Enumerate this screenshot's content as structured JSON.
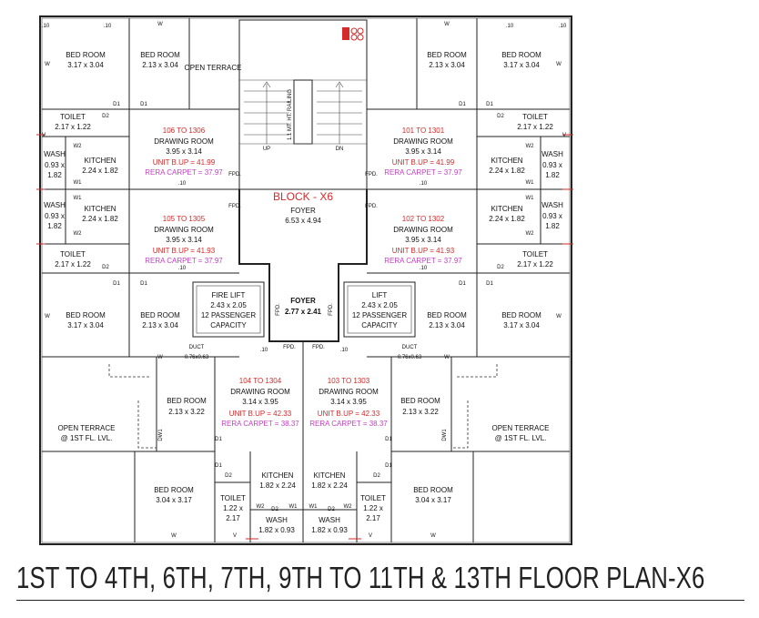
{
  "title": "1ST TO 4TH, 6TH, 7TH, 9TH TO 11TH & 13TH FLOOR PLAN-X6",
  "block": {
    "name": "BLOCK - X6",
    "foyer_label": "FOYER",
    "foyer_size": "6.53 x 4.94"
  },
  "lift_foyer": {
    "label": "FOYER",
    "size": "2.77 x 2.41"
  },
  "fire_lift": {
    "l1": "FIRE LIFT",
    "l2": "2.43 x 2.05",
    "l3": "12 PASSENGER",
    "l4": "CAPACITY"
  },
  "lift": {
    "l1": "LIFT",
    "l2": "2.43 x 2.05",
    "l3": "12 PASSENGER",
    "l4": "CAPACITY"
  },
  "stair": {
    "up": "UP",
    "dn": "DN",
    "note": "1.1 MT. HT. RAILING"
  },
  "units": [
    {
      "no": "106 TO 1306",
      "room": "DRAWING ROOM",
      "size": "3.95 x 3.14",
      "bup": "UNIT B.UP = 41.99",
      "rera": "RERA CARPET = 37.97"
    },
    {
      "no": "101 TO 1301",
      "room": "DRAWING ROOM",
      "size": "3.95 x 3.14",
      "bup": "UNIT B.UP = 41.99",
      "rera": "RERA CARPET = 37.97"
    },
    {
      "no": "105 TO 1305",
      "room": "DRAWING ROOM",
      "size": "3.95 x 3.14",
      "bup": "UNIT B.UP = 41.93",
      "rera": "RERA CARPET = 37.97"
    },
    {
      "no": "102 TO 1302",
      "room": "DRAWING ROOM",
      "size": "3.95 x 3.14",
      "bup": "UNIT B.UP = 41.93",
      "rera": "RERA CARPET = 37.97"
    },
    {
      "no": "104 TO 1304",
      "room": "DRAWING ROOM",
      "size": "3.14 x 3.95",
      "bup": "UNIT B.UP = 42.33",
      "rera": "RERA CARPET = 38.37"
    },
    {
      "no": "103 TO 1303",
      "room": "DRAWING ROOM",
      "size": "3.14 x 3.95",
      "bup": "UNIT B.UP = 42.33",
      "rera": "RERA CARPET = 38.37"
    }
  ],
  "rooms": {
    "bed": "BED ROOM",
    "toilet": "TOILET",
    "kitchen": "KITCHEN",
    "wash": "WASH",
    "open_terrace": "OPEN TERRACE",
    "terrace_1st": "@ 1ST FL. LVL.",
    "duct": "DUCT",
    "duct_size": "0.76x0.63",
    "s_317x304": "3.17 x 3.04",
    "s_213x304": "2.13 x 3.04",
    "s_217x122": "2.17 x 1.22",
    "s_224x182": "2.24 x 1.82",
    "s_093": "0.93 x",
    "s_182": "1.82",
    "s_213x322": "2.13 x 3.22",
    "s_304x317": "3.04 x 3.17",
    "s_182x224": "1.82 x 2.24",
    "s_122x": "1.22 x",
    "s_217": "2.17",
    "s_182x093": "1.82 x 0.93"
  },
  "marks": {
    "d1": "D1",
    "d2": "D2",
    "w": "W",
    "w1": "W1",
    "w2": "W2",
    "v": "V",
    "dw1": "DW1",
    "fpd": "FPD.",
    "p10": ".10"
  },
  "colors": {
    "red": "#d42a2a",
    "magenta": "#c43fc4",
    "line": "#222222"
  }
}
